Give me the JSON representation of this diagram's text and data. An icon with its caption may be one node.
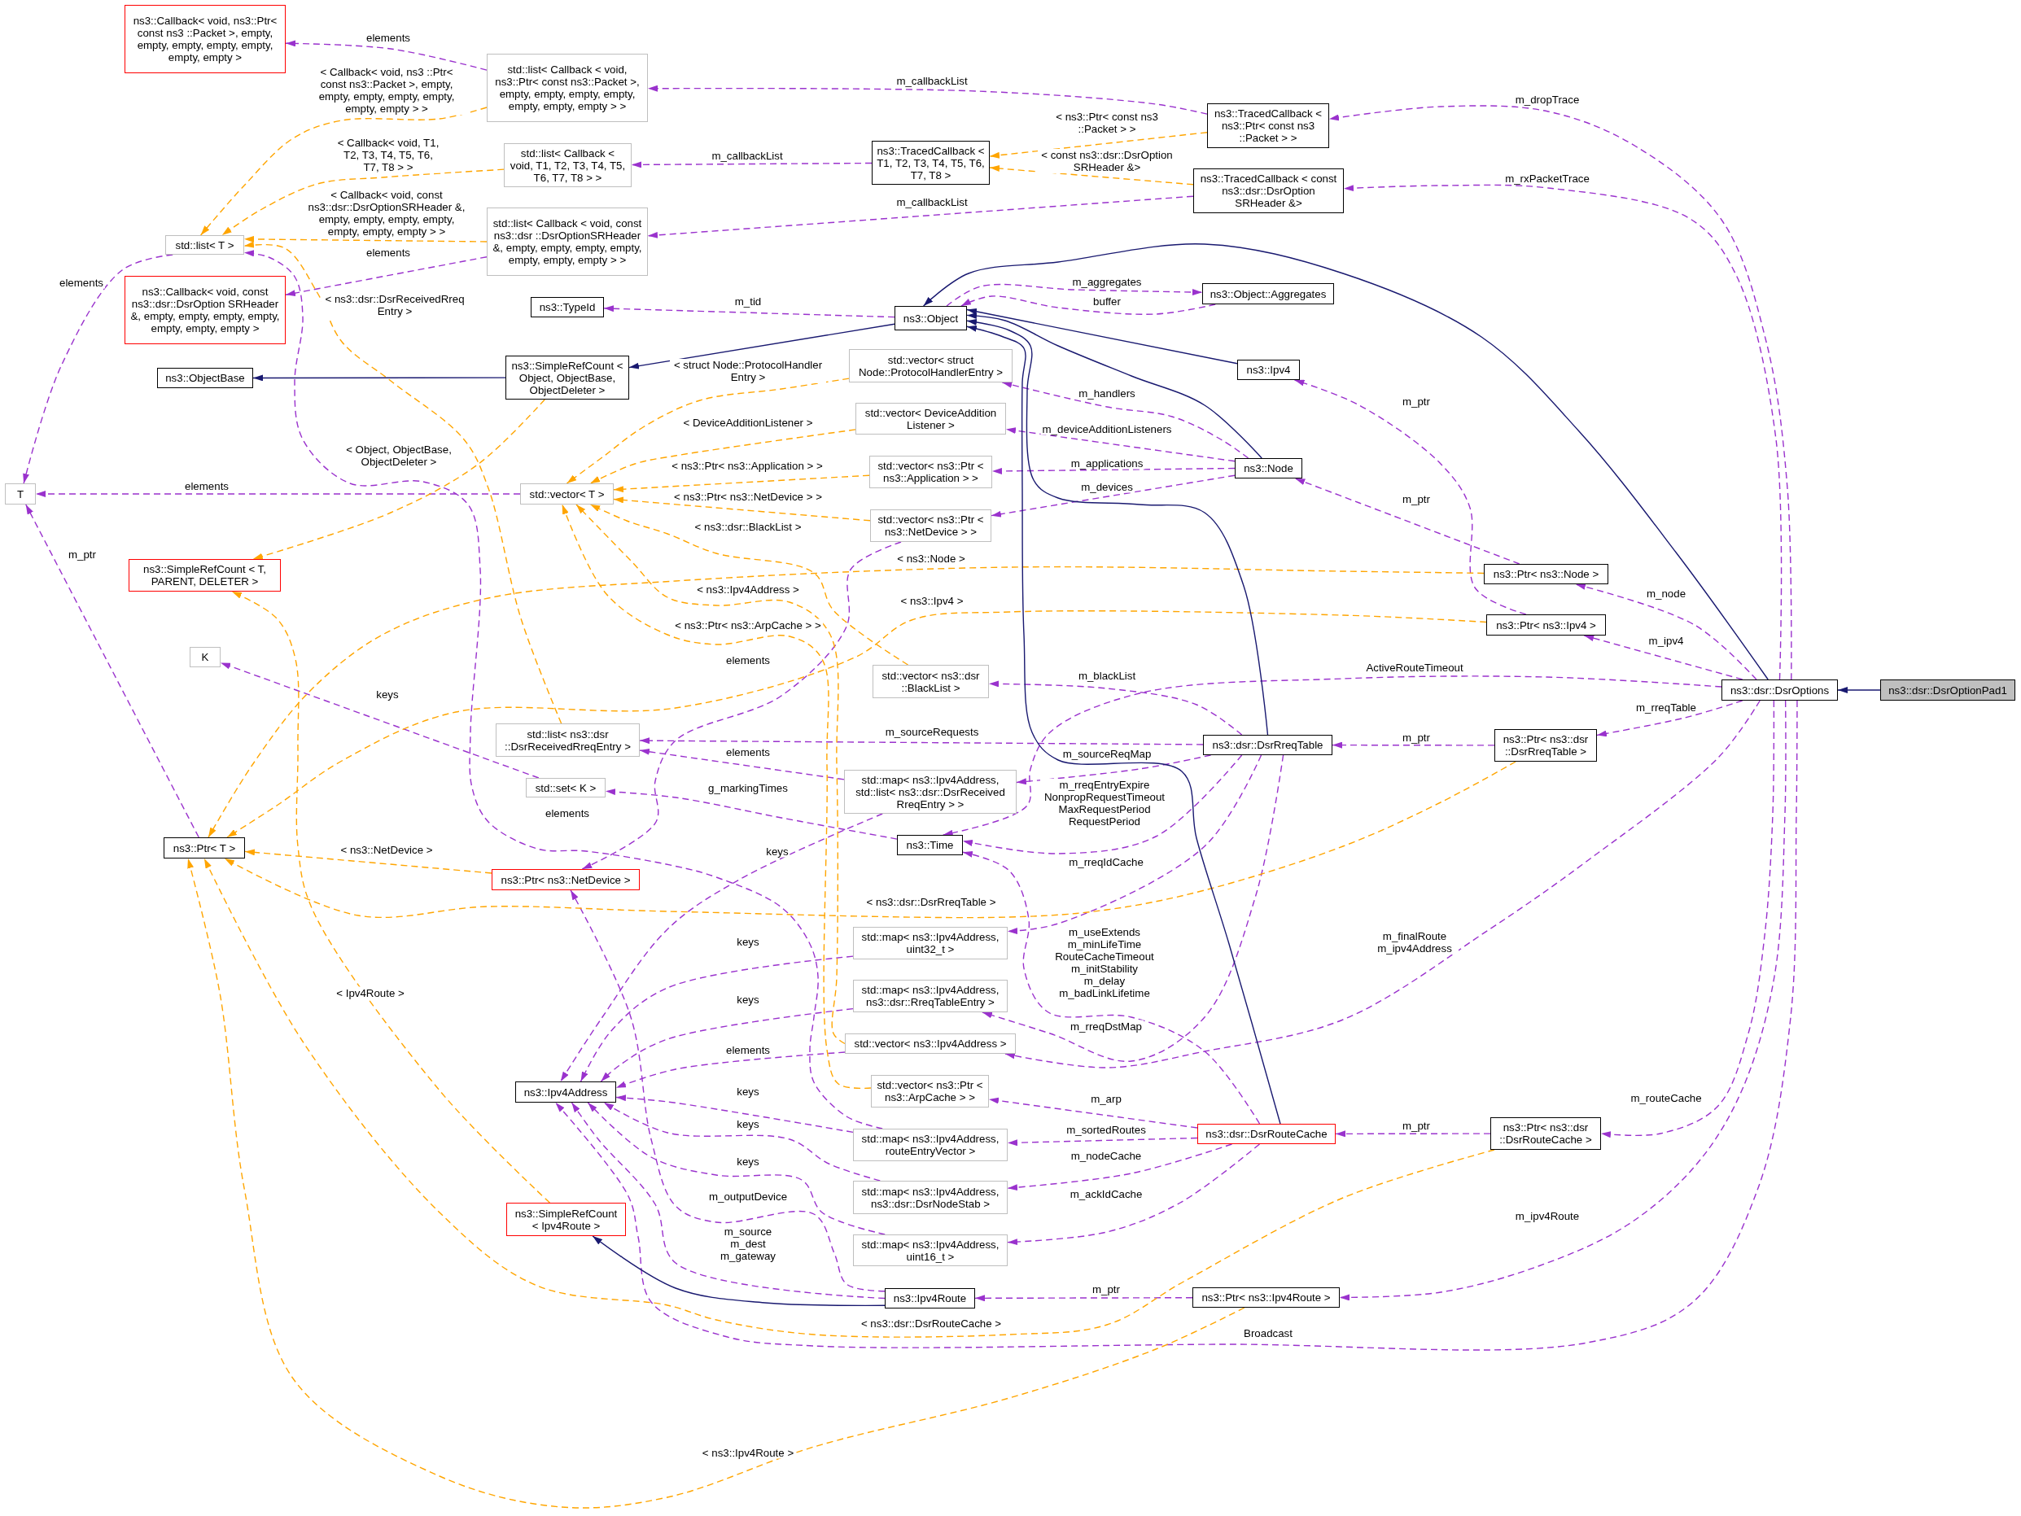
{
  "diagram": {
    "nodes": [
      {
        "text": [
          "ns3::Callback< void, ns3::Ptr< const ns3 ::Packet >, empty, empty, empty, empty, empty, empty, empty >"
        ]
      },
      {
        "text": [
          "std::list< Callback < void, ns3::Ptr< const ns3::Packet >, empty, empty, empty, empty, empty, empty, empty > >"
        ]
      },
      {
        "text": [
          "ns3::TracedCallback < ns3::Ptr< const ns3 ::Packet > >"
        ]
      },
      {
        "text": [
          "std::list< Callback < void, T1, T2, T3, T4, T5, T6, T7, T8 > >"
        ]
      },
      {
        "text": [
          "ns3::TracedCallback < T1, T2, T3, T4, T5, T6, T7, T8 >"
        ]
      },
      {
        "text": [
          "ns3::TracedCallback < const ns3::dsr::DsrOption SRHeader &>"
        ]
      },
      {
        "text": [
          "std::list< Callback < void, const ns3::dsr ::DsrOptionSRHeader &, empty, empty, empty, empty, empty, empty, empty > >"
        ]
      },
      {
        "text": [
          "std::list< T >"
        ]
      },
      {
        "text": [
          "ns3::Callback< void, const ns3::dsr::DsrOption SRHeader &, empty, empty, empty, empty, empty, empty, empty >"
        ]
      },
      {
        "text": [
          "ns3::Object::Aggregates"
        ]
      },
      {
        "text": [
          "ns3::TypeId"
        ]
      },
      {
        "text": [
          "ns3::Object"
        ]
      },
      {
        "text": [
          "ns3::SimpleRefCount < Object, ObjectBase, ObjectDeleter >"
        ]
      },
      {
        "text": [
          "std::vector< struct Node::ProtocolHandlerEntry >"
        ]
      },
      {
        "text": [
          "ns3::Ipv4"
        ]
      },
      {
        "text": [
          "ns3::ObjectBase"
        ]
      },
      {
        "text": [
          "std::vector< DeviceAddition Listener >"
        ]
      },
      {
        "text": [
          "std::vector< ns3::Ptr < ns3::Application > >"
        ]
      },
      {
        "text": [
          "ns3::Node"
        ]
      },
      {
        "text": [
          "T"
        ]
      },
      {
        "text": [
          "std::vector< T >"
        ]
      },
      {
        "text": [
          "std::vector< ns3::Ptr < ns3::NetDevice > >"
        ]
      },
      {
        "text": [
          "ns3::SimpleRefCount < T, PARENT, DELETER >"
        ]
      },
      {
        "text": [
          "ns3::Ptr< ns3::Node >"
        ]
      },
      {
        "text": [
          "ns3::Ptr< ns3::Ipv4 >"
        ]
      },
      {
        "text": [
          "K"
        ]
      },
      {
        "text": [
          "std::vector< ns3::dsr ::BlackList >"
        ]
      },
      {
        "text": [
          "ns3::dsr::DsrOptions"
        ]
      },
      {
        "text": [
          "ns3::dsr::DsrOptionPad1"
        ]
      },
      {
        "text": [
          "std::list< ns3::dsr ::DsrReceivedRreqEntry >"
        ]
      },
      {
        "text": [
          "ns3::dsr::DsrRreqTable"
        ]
      },
      {
        "text": [
          "ns3::Ptr< ns3::dsr ::DsrRreqTable >"
        ]
      },
      {
        "text": [
          "std::map< ns3::Ipv4Address, std::list< ns3::dsr::DsrReceived RreqEntry > >"
        ]
      },
      {
        "text": [
          "std::set< K >"
        ]
      },
      {
        "text": [
          "ns3::Time"
        ]
      },
      {
        "text": [
          "ns3::Ptr< T >"
        ]
      },
      {
        "text": [
          "ns3::Ptr< ns3::NetDevice >"
        ]
      },
      {
        "text": [
          "std::map< ns3::Ipv4Address, uint32_t >"
        ]
      },
      {
        "text": [
          "std::map< ns3::Ipv4Address, ns3::dsr::RreqTableEntry >"
        ]
      },
      {
        "text": [
          "std::vector< ns3::Ipv4Address >"
        ]
      },
      {
        "text": [
          "ns3::Ipv4Address"
        ]
      },
      {
        "text": [
          "std::vector< ns3::Ptr < ns3::ArpCache > >"
        ]
      },
      {
        "text": [
          "ns3::Ptr< ns3::dsr ::DsrRouteCache >"
        ]
      },
      {
        "text": [
          "ns3::dsr::DsrRouteCache"
        ]
      },
      {
        "text": [
          "std::map< ns3::Ipv4Address, routeEntryVector >"
        ]
      },
      {
        "text": [
          "std::map< ns3::Ipv4Address, ns3::dsr::DsrNodeStab >"
        ]
      },
      {
        "text": [
          "ns3::SimpleRefCount < Ipv4Route >"
        ]
      },
      {
        "text": [
          "std::map< ns3::Ipv4Address, uint16_t >"
        ]
      },
      {
        "text": [
          "ns3::Ptr< ns3::Ipv4Route >"
        ]
      },
      {
        "text": [
          "ns3::Ipv4Route"
        ]
      }
    ],
    "edges": [
      {
        "from": 1,
        "to": 0,
        "arrow": "to",
        "label": "elements",
        "style": "dashed"
      },
      {
        "from": 6,
        "to": 8,
        "arrow": "to",
        "label": "elements",
        "style": "dashed"
      },
      {
        "from": 7,
        "to": 19,
        "arrow": "to",
        "label": "elements",
        "style": "dashed"
      },
      {
        "from": 20,
        "to": 19,
        "arrow": "to",
        "label": "elements",
        "style": "dashed"
      },
      {
        "from": 35,
        "to": 19,
        "arrow": "to",
        "label": "m_ptr",
        "style": "dashed"
      },
      {
        "from": 33,
        "to": 25,
        "arrow": "to",
        "label": "keys",
        "style": "dashed"
      },
      {
        "from": 2,
        "to": 1,
        "arrow": "to",
        "label": "m_callbackList",
        "style": "dashed"
      },
      {
        "from": 4,
        "to": 3,
        "arrow": "to",
        "label": "m_callbackList",
        "style": "dashed"
      },
      {
        "from": 5,
        "to": 6,
        "arrow": "to",
        "label": "m_callbackList",
        "style": "dashed"
      },
      {
        "from": 11,
        "to": 9,
        "arrow": "to",
        "label": "m_aggregates",
        "style": "dashed"
      },
      {
        "from": 9,
        "to": 11,
        "arrow": "to",
        "label": "buffer",
        "style": "dashed"
      },
      {
        "from": 11,
        "to": 10,
        "arrow": "to",
        "label": "m_tid",
        "style": "dashed"
      },
      {
        "from": 18,
        "to": 13,
        "arrow": "to",
        "label": "m_handlers",
        "style": "dashed"
      },
      {
        "from": 18,
        "to": 16,
        "arrow": "to",
        "label": "m_deviceAdditionListeners",
        "style": "dashed"
      },
      {
        "from": 18,
        "to": 17,
        "arrow": "to",
        "label": "m_applications",
        "style": "dashed"
      },
      {
        "from": 18,
        "to": 21,
        "arrow": "to",
        "label": "m_devices",
        "style": "dashed"
      },
      {
        "from": 21,
        "to": 36,
        "arrow": "to",
        "label": "elements",
        "style": "dashed"
      },
      {
        "from": 30,
        "to": 26,
        "arrow": "to",
        "label": "m_blackList",
        "style": "dashed"
      },
      {
        "from": 30,
        "to": 29,
        "arrow": "to",
        "label": "m_sourceRequests",
        "style": "dashed"
      },
      {
        "from": 32,
        "to": 29,
        "arrow": "to",
        "label": "elements",
        "style": "dashed"
      },
      {
        "from": 30,
        "to": 32,
        "arrow": "to",
        "label": "m_sourceReqMap",
        "style": "dashed"
      },
      {
        "from": 34,
        "to": 33,
        "arrow": "to",
        "label": "g_markingTimes",
        "style": "dashed"
      },
      {
        "from": 32,
        "to": 40,
        "arrow": "to",
        "label": "keys",
        "style": "dashed"
      },
      {
        "from": 30,
        "to": 34,
        "arrow": "to",
        "label": "m_rreqEntryExpire NonpropRequestTimeout MaxRequestPeriod RequestPeriod",
        "style": "dashed"
      },
      {
        "from": 30,
        "to": 37,
        "arrow": "to",
        "label": "m_rreqIdCache",
        "style": "dashed"
      },
      {
        "from": 43,
        "to": 34,
        "arrow": "to",
        "label": "m_useExtends m_minLifeTime RouteCacheTimeout m_initStability m_delay m_badLinkLifetime",
        "style": "dashed"
      },
      {
        "from": 30,
        "to": 38,
        "arrow": "to",
        "label": "m_rreqDstMap",
        "style": "dashed"
      },
      {
        "from": 39,
        "to": 40,
        "arrow": "to",
        "label": "elements",
        "style": "dashed"
      },
      {
        "from": 27,
        "to": 39,
        "arrow": "to",
        "label": "m_finalRoute m_ipv4Address",
        "style": "dashed"
      },
      {
        "from": 37,
        "to": 40,
        "arrow": "to",
        "label": "keys",
        "style": "dashed"
      },
      {
        "from": 38,
        "to": 40,
        "arrow": "to",
        "label": "keys",
        "style": "dashed"
      },
      {
        "from": 44,
        "to": 40,
        "arrow": "to",
        "label": "keys",
        "style": "dashed"
      },
      {
        "from": 45,
        "to": 40,
        "arrow": "to",
        "label": "keys",
        "style": "dashed"
      },
      {
        "from": 47,
        "to": 40,
        "arrow": "to",
        "label": "keys",
        "style": "dashed"
      },
      {
        "from": 43,
        "to": 41,
        "arrow": "to",
        "label": "m_arp",
        "style": "dashed"
      },
      {
        "from": 43,
        "to": 44,
        "arrow": "to",
        "label": "m_sortedRoutes",
        "style": "dashed"
      },
      {
        "from": 43,
        "to": 45,
        "arrow": "to",
        "label": "m_nodeCache",
        "style": "dashed"
      },
      {
        "from": 43,
        "to": 47,
        "arrow": "to",
        "label": "m_ackIdCache",
        "style": "dashed"
      },
      {
        "from": 49,
        "to": 36,
        "arrow": "to",
        "label": "m_outputDevice",
        "style": "dashed"
      },
      {
        "from": 49,
        "to": 40,
        "arrow": "to",
        "label": "m_source m_dest m_gateway",
        "style": "dashed"
      },
      {
        "from": 48,
        "to": 49,
        "arrow": "to",
        "label": "m_ptr",
        "style": "dashed"
      },
      {
        "from": 27,
        "to": 40,
        "arrow": "to",
        "label": "Broadcast",
        "style": "dashed"
      },
      {
        "from": 27,
        "to": 2,
        "arrow": "to",
        "label": "m_dropTrace",
        "style": "dashed"
      },
      {
        "from": 27,
        "to": 5,
        "arrow": "to",
        "label": "m_rxPacketTrace",
        "style": "dashed"
      },
      {
        "from": 24,
        "to": 14,
        "arrow": "to",
        "label": "m_ptr",
        "style": "dashed"
      },
      {
        "from": 23,
        "to": 18,
        "arrow": "to",
        "label": "m_ptr",
        "style": "dashed"
      },
      {
        "from": 27,
        "to": 23,
        "arrow": "to",
        "label": "m_node",
        "style": "dashed"
      },
      {
        "from": 27,
        "to": 24,
        "arrow": "to",
        "label": "m_ipv4",
        "style": "dashed"
      },
      {
        "from": 27,
        "to": 34,
        "arrow": "to",
        "label": "ActiveRouteTimeout",
        "style": "dashed"
      },
      {
        "from": 27,
        "to": 31,
        "arrow": "to",
        "label": "m_rreqTable",
        "style": "dashed"
      },
      {
        "from": 31,
        "to": 30,
        "arrow": "to",
        "label": "m_ptr",
        "style": "dashed"
      },
      {
        "from": 27,
        "to": 42,
        "arrow": "to",
        "label": "m_routeCache",
        "style": "dashed"
      },
      {
        "from": 27,
        "to": 48,
        "arrow": "to",
        "label": "m_ipv4Route",
        "style": "dashed"
      },
      {
        "from": 42,
        "to": 43,
        "arrow": "to",
        "label": "m_ptr",
        "style": "dashed"
      },
      {
        "from": 44,
        "to": 7,
        "arrow": "to",
        "label": "elements",
        "style": "dashed"
      },
      {
        "from": 1,
        "to": 7,
        "arrow": "to",
        "label": "< Callback< void, ns3 ::Ptr< const ns3::Packet >, empty, empty, empty, empty, empty, empty, empty > >",
        "style": "dashed",
        "color": "#ffa500"
      },
      {
        "from": 3,
        "to": 7,
        "arrow": "to",
        "label": "< Callback< void, T1, T2, T3, T4, T5, T6, T7, T8 > >",
        "style": "dashed",
        "color": "#ffa500"
      },
      {
        "from": 6,
        "to": 7,
        "arrow": "to",
        "label": "< Callback< void, const ns3::dsr::DsrOptionSRHeader &, empty, empty, empty, empty, empty, empty, empty > >",
        "style": "dashed",
        "color": "#ffa500"
      },
      {
        "from": 29,
        "to": 7,
        "arrow": "to",
        "label": "< ns3::dsr::DsrReceivedRreq Entry >",
        "style": "dashed",
        "color": "#ffa500"
      },
      {
        "from": 12,
        "to": 22,
        "arrow": "to",
        "label": "< Object, ObjectBase, ObjectDeleter >",
        "style": "dashed",
        "color": "#ffa500"
      },
      {
        "from": 46,
        "to": 22,
        "arrow": "to",
        "label": "< Ipv4Route >",
        "style": "dashed",
        "color": "#ffa500"
      },
      {
        "from": 2,
        "to": 4,
        "arrow": "to",
        "label": "< ns3::Ptr< const ns3 ::Packet > >",
        "style": "dashed",
        "color": "#ffa500"
      },
      {
        "from": 5,
        "to": 4,
        "arrow": "to",
        "label": "< const ns3::dsr::DsrOption SRHeader &>",
        "style": "dashed",
        "color": "#ffa500"
      },
      {
        "from": 13,
        "to": 20,
        "arrow": "to",
        "label": "< struct Node::ProtocolHandler Entry >",
        "style": "dashed",
        "color": "#ffa500"
      },
      {
        "from": 16,
        "to": 20,
        "arrow": "to",
        "label": "< DeviceAdditionListener >",
        "style": "dashed",
        "color": "#ffa500"
      },
      {
        "from": 17,
        "to": 20,
        "arrow": "to",
        "label": "< ns3::Ptr< ns3::Application > >",
        "style": "dashed",
        "color": "#ffa500"
      },
      {
        "from": 21,
        "to": 20,
        "arrow": "to",
        "label": "< ns3::Ptr< ns3::NetDevice > >",
        "style": "dashed",
        "color": "#ffa500"
      },
      {
        "from": 26,
        "to": 20,
        "arrow": "to",
        "label": "< ns3::dsr::BlackList >",
        "style": "dashed",
        "color": "#ffa500"
      },
      {
        "from": 39,
        "to": 20,
        "arrow": "to",
        "label": "< ns3::Ipv4Address >",
        "style": "dashed",
        "color": "#ffa500"
      },
      {
        "from": 41,
        "to": 20,
        "arrow": "to",
        "label": "< ns3::Ptr< ns3::ArpCache > >",
        "style": "dashed",
        "color": "#ffa500"
      },
      {
        "from": 36,
        "to": 35,
        "arrow": "to",
        "label": "< ns3::NetDevice >",
        "style": "dashed",
        "color": "#ffa500"
      },
      {
        "from": 23,
        "to": 35,
        "arrow": "to",
        "label": "< ns3::Node >",
        "style": "dashed",
        "color": "#ffa500"
      },
      {
        "from": 24,
        "to": 35,
        "arrow": "to",
        "label": "< ns3::Ipv4 >",
        "style": "dashed",
        "color": "#ffa500"
      },
      {
        "from": 31,
        "to": 35,
        "arrow": "to",
        "label": "< ns3::dsr::DsrRreqTable >",
        "style": "dashed",
        "color": "#ffa500"
      },
      {
        "from": 42,
        "to": 35,
        "arrow": "to",
        "label": "< ns3::dsr::DsrRouteCache >",
        "style": "dashed",
        "color": "#ffa500"
      },
      {
        "from": 48,
        "to": 35,
        "arrow": "to",
        "label": "< ns3::Ipv4Route >",
        "style": "dashed",
        "color": "#ffa500"
      },
      {
        "from": 12,
        "to": 15,
        "arrow": "to",
        "color": "#191970"
      },
      {
        "from": 11,
        "to": 12,
        "arrow": "to",
        "color": "#191970"
      },
      {
        "from": 27,
        "to": 11,
        "arrow": "to",
        "color": "#191970"
      },
      {
        "from": 14,
        "to": 11,
        "arrow": "to",
        "color": "#191970"
      },
      {
        "from": 18,
        "to": 11,
        "arrow": "to",
        "color": "#191970"
      },
      {
        "from": 30,
        "to": 11,
        "arrow": "to",
        "color": "#191970"
      },
      {
        "from": 43,
        "to": 11,
        "arrow": "to",
        "color": "#191970"
      },
      {
        "from": 49,
        "to": 46,
        "arrow": "to",
        "color": "#191970"
      },
      {
        "from": 28,
        "to": 27,
        "arrow": "to",
        "color": "#191970"
      }
    ]
  }
}
